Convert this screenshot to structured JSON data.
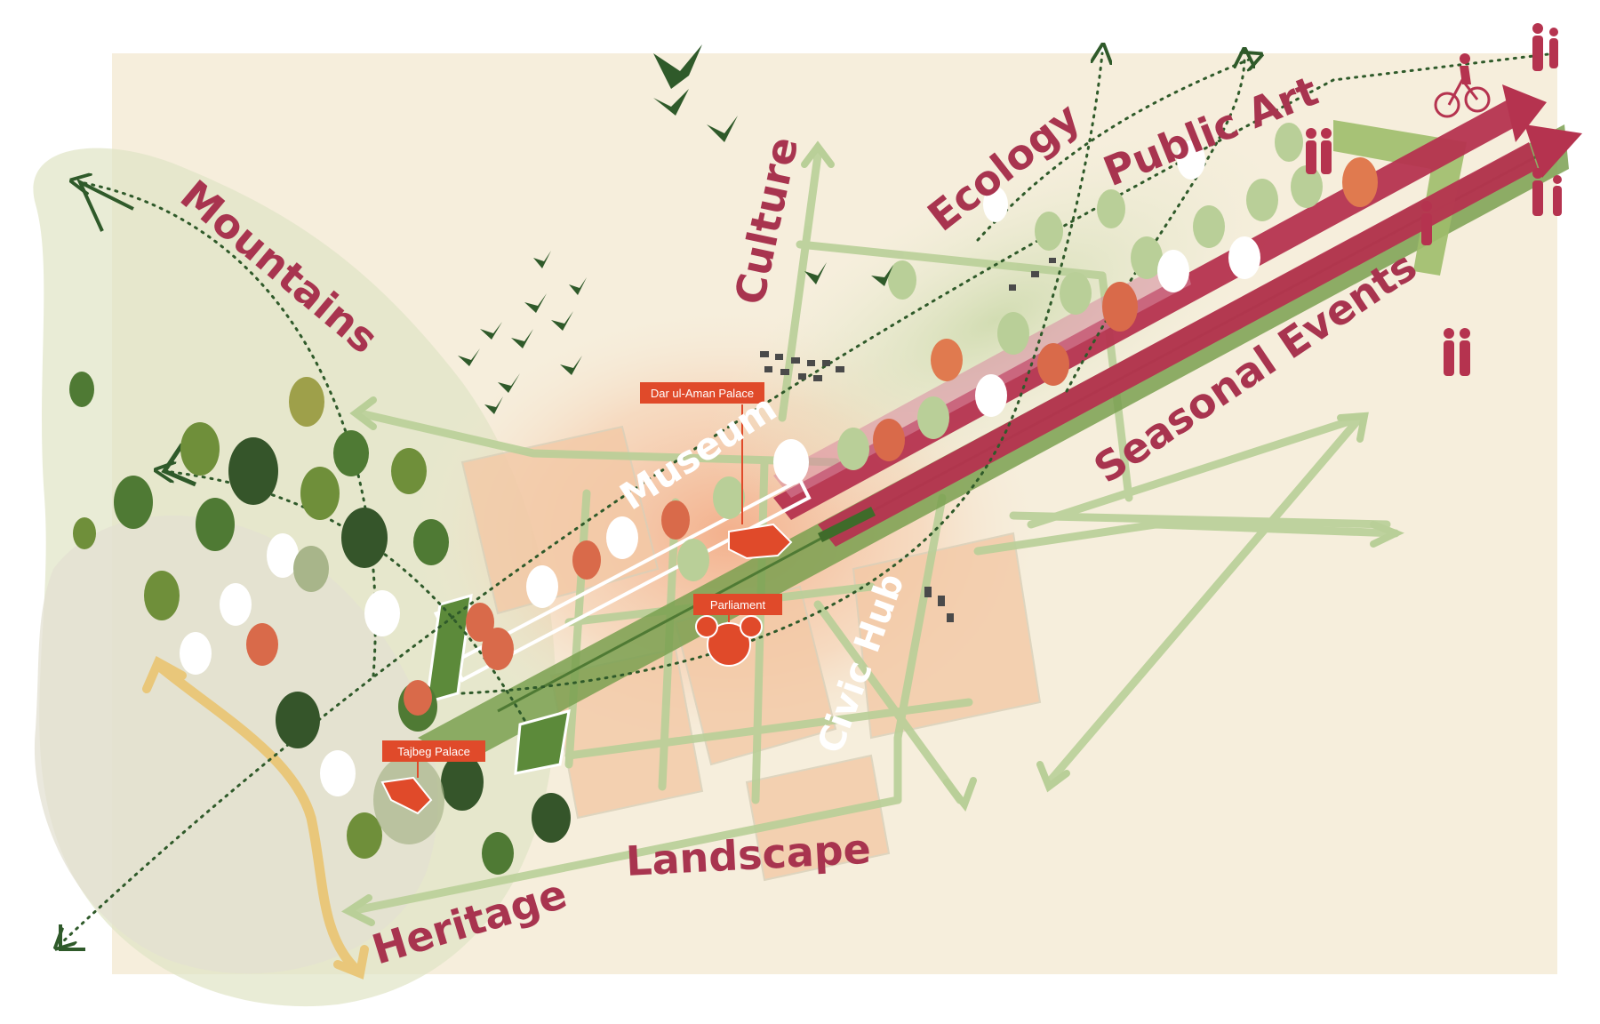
{
  "themes": {
    "mountains": "Mountains",
    "culture": "Culture",
    "ecology": "Ecology",
    "public_art": "Public Art",
    "museum": "Museum",
    "seasonal_events": "Seasonal Events",
    "civic_hub": "Civic Hub",
    "landscape": "Landscape",
    "heritage": "Heritage"
  },
  "landmarks": {
    "dar_ul_aman": "Dar ul-Aman Palace",
    "parliament": "Parliament",
    "tajbeg": "Tajbeg Palace"
  },
  "colors": {
    "theme_text": "#a8344f",
    "axis_red": "#b5334f",
    "axis_green": "#7aa050",
    "street_green": "#b9cf98",
    "landmark_red": "#e04a2a",
    "heritage_yellow": "#e9c77a",
    "dotted_green": "#2f5a2a",
    "background": "#f6eedc"
  },
  "icons": [
    "bird-icon",
    "tree-icon",
    "cyclist-icon",
    "pedestrian-icon",
    "arrow-icon"
  ]
}
